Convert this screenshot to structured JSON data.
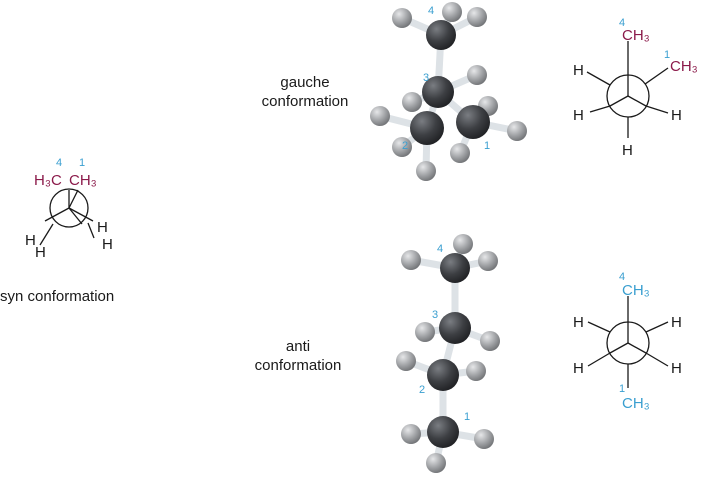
{
  "colors": {
    "methyl": "#8b1a4a",
    "number": "#3a9fd0",
    "atom_h": "#1a1a1a",
    "carbon": "#3d3f43",
    "hydrogen": "#9a9c9f",
    "bond": "#dde2e6"
  },
  "syn": {
    "caption": "syn conformation",
    "num_back": "4",
    "num_front": "1",
    "methyl_back": "H₃C",
    "methyl_front": "CH₃",
    "h_left_1": "H",
    "h_left_2": "H",
    "h_right_1": "H",
    "h_right_2": "H"
  },
  "gauche": {
    "caption_line1": "gauche",
    "caption_line2": "conformation",
    "model_labels": [
      "4",
      "3",
      "2",
      "1"
    ],
    "newman": {
      "num_top": "4",
      "methyl_top": "CH₃",
      "num_right": "1",
      "methyl_right": "CH₃",
      "h_upper_left": "H",
      "h_lower_left": "H",
      "h_lower_right": "H",
      "h_bottom": "H"
    }
  },
  "anti": {
    "caption_line1": "anti",
    "caption_line2": "conformation",
    "model_labels": [
      "4",
      "3",
      "2",
      "1"
    ],
    "newman": {
      "num_top": "4",
      "methyl_top": "CH₃",
      "num_bottom": "1",
      "methyl_bottom": "CH₃",
      "h_upper_left": "H",
      "h_lower_left": "H",
      "h_upper_right": "H",
      "h_lower_right": "H"
    }
  }
}
